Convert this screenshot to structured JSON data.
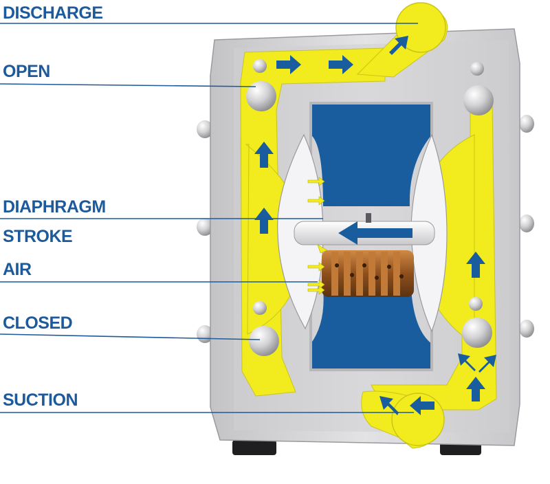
{
  "labels": {
    "discharge": "DISCHARGE",
    "open": "OPEN",
    "diaphragm": "DIAPHRAGM",
    "stroke": "STROKE",
    "air": "AIR",
    "closed": "CLOSED",
    "suction": "SUCTION"
  },
  "colors": {
    "label_text": "#1c5a9c",
    "fluid_yellow": "#f2ec1e",
    "chamber_blue": "#1a5d9e",
    "housing_grey": "#d7d7d9",
    "arrow_blue": "#1a5d9e",
    "piston_bronze": "#a8652a"
  },
  "icons": {
    "flow_arrow": "arrow-right-icon",
    "air_arrow": "arrow-left-icon"
  }
}
